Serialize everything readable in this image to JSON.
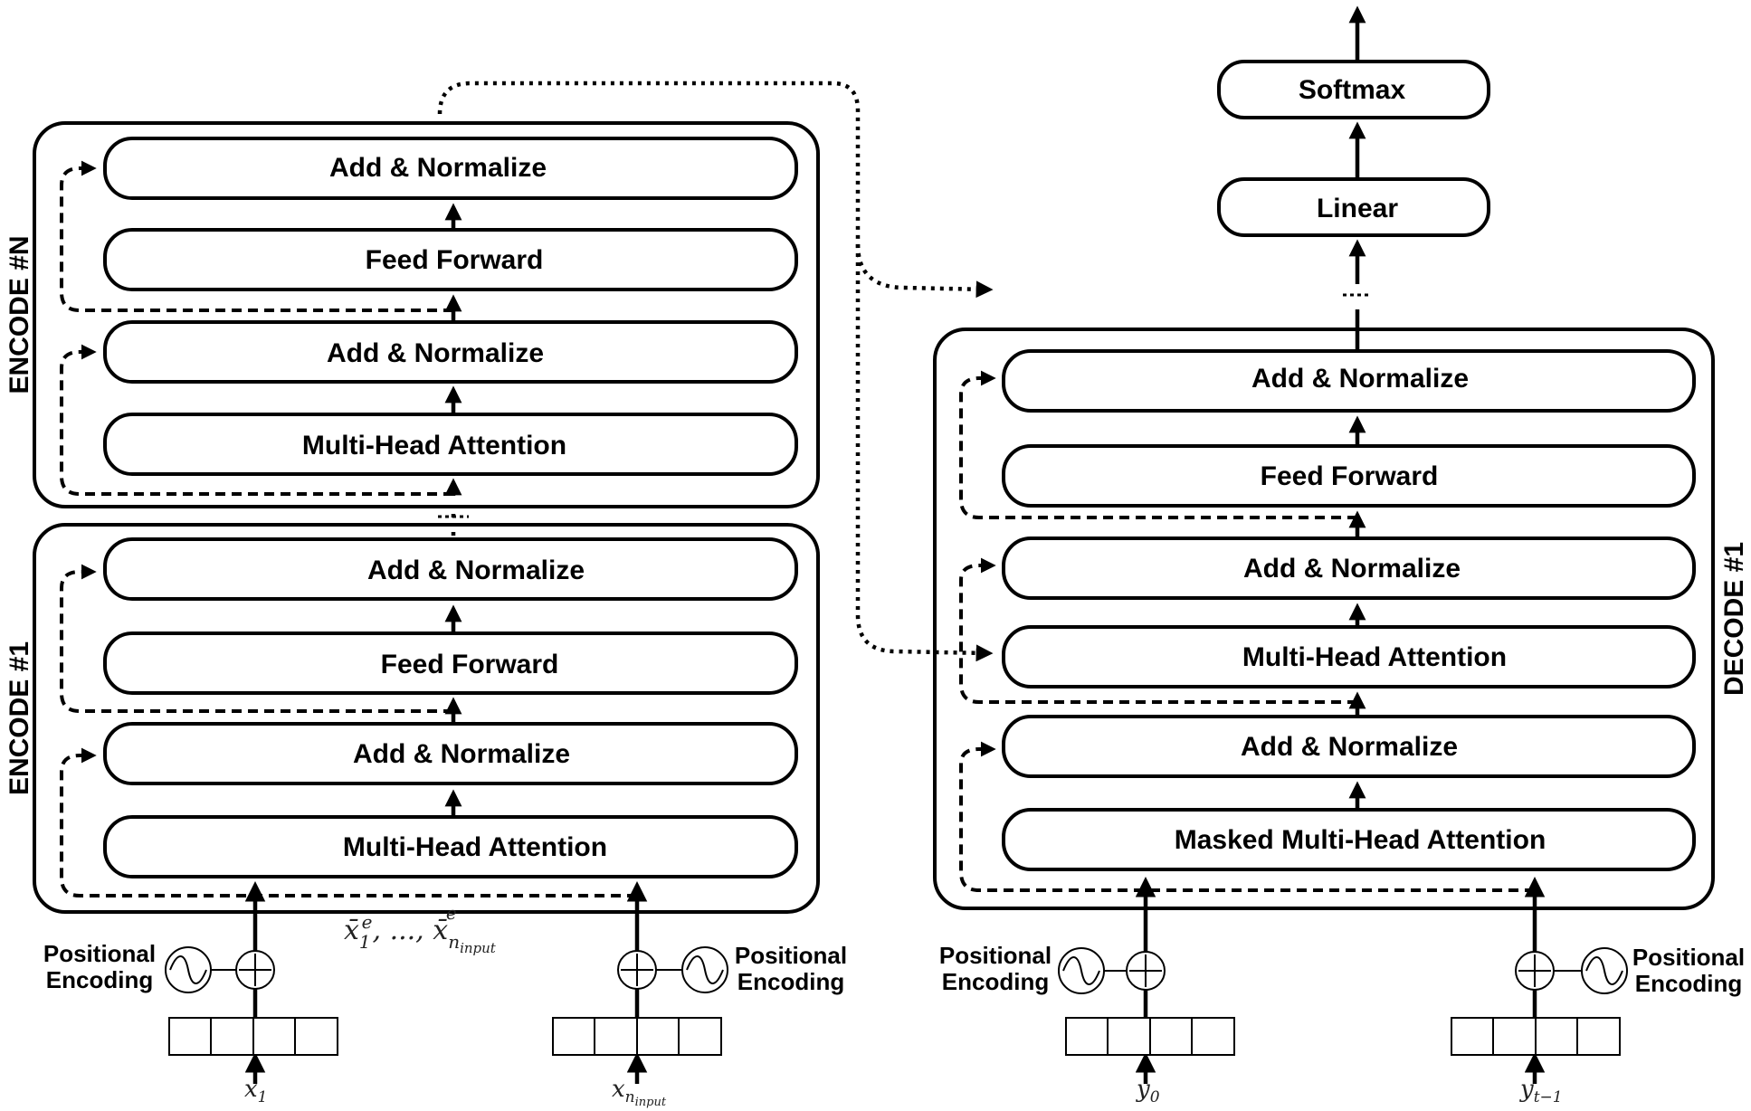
{
  "encoders": [
    {
      "title": "ENCODE #N",
      "layers": [
        "Multi-Head Attention",
        "Add & Normalize",
        "Feed Forward",
        "Add & Normalize"
      ]
    },
    {
      "title": "ENCODE #1",
      "layers": [
        "Multi-Head Attention",
        "Add & Normalize",
        "Feed Forward",
        "Add & Normalize"
      ]
    }
  ],
  "decoder": {
    "title": "DECODE #1",
    "layers": [
      "Masked Multi-Head Attention",
      "Add & Normalize",
      "Multi-Head Attention",
      "Add & Normalize",
      "Feed Forward",
      "Add & Normalize"
    ]
  },
  "head": {
    "linear": "Linear",
    "softmax": "Softmax"
  },
  "positional_label_line1": "Positional",
  "positional_label_line2": "Encoding",
  "inputs": {
    "x1": "x",
    "x1_sub": "1",
    "xn": "x",
    "xn_sub": "n",
    "xn_subsub": "input",
    "y0": "y",
    "y0_sub": "0",
    "yt": "y",
    "yt_sub": "t−1"
  },
  "encoder_output": {
    "base": "x̄",
    "sub1": "1",
    "sup": "e",
    "sep": ", ..., ",
    "subn": "n",
    "subn_sub": "input"
  }
}
